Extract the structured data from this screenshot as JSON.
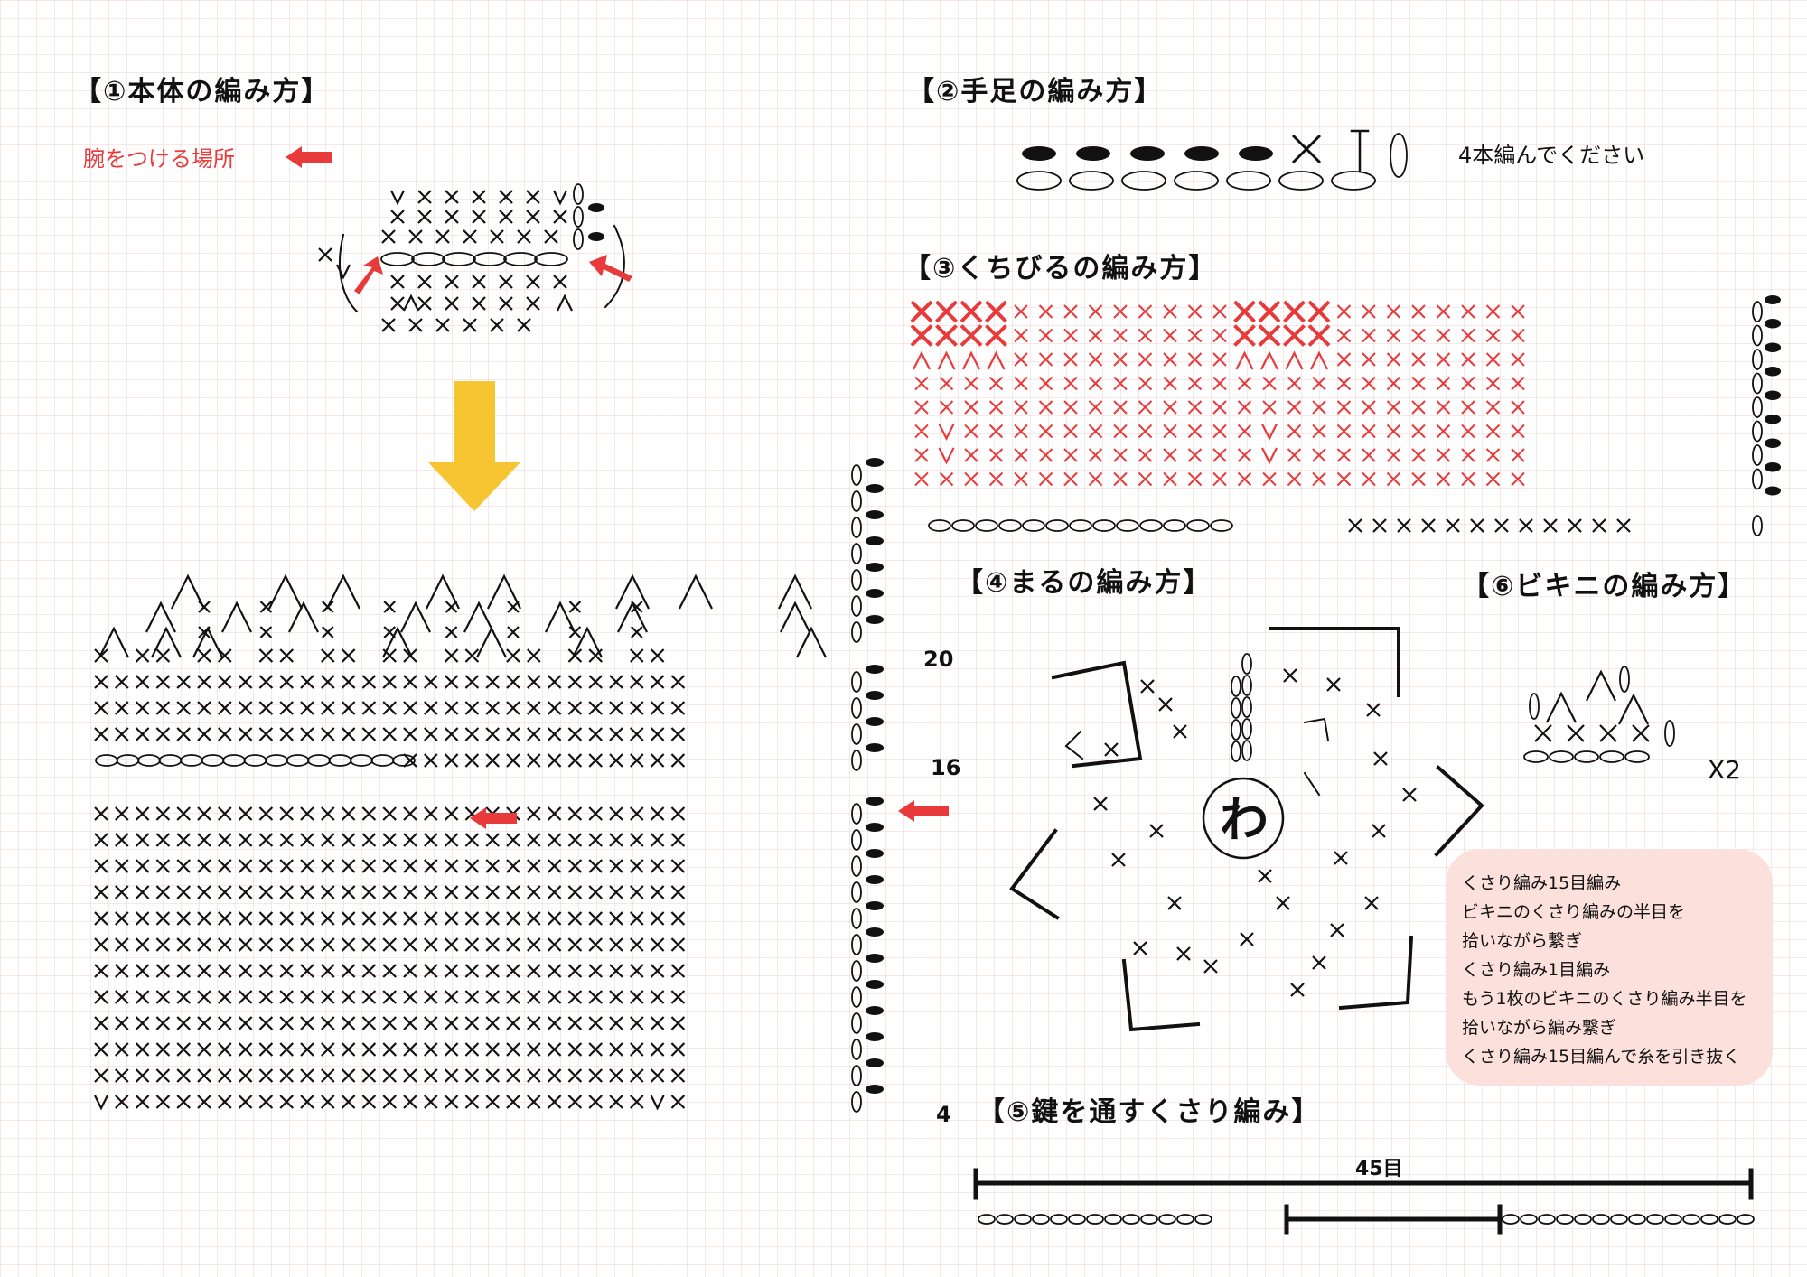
{
  "sections": {
    "body": {
      "title": "【①本体の編み方】",
      "arm_label": "腕をつける場所"
    },
    "limbs": {
      "title": "【②手足の編み方】",
      "note": "4本編んでください"
    },
    "lips": {
      "title": "【③くちびるの編み方】"
    },
    "circle": {
      "title": "【④まるの編み方】",
      "center": "わ"
    },
    "chain": {
      "title": "【⑤鍵を通すくさり編み】",
      "count": "45目"
    },
    "bikini": {
      "title": "【⑥ビキニの編み方】",
      "multiplier": "X2",
      "instructions": [
        "くさり編み15目編み",
        "ビキニのくさり編みの半目を",
        "拾いながら繋ぎ",
        "くさり編み1目編み",
        "もう1枚のビキニのくさり編み半目を",
        "拾いながら編み繋ぎ",
        "くさり編み15目編んで糸を引き抜く"
      ]
    }
  },
  "row_labels": {
    "r20": "20",
    "r16": "16",
    "r4": "4"
  },
  "colors": {
    "accent_red": "#e83a3a",
    "arrow_yellow": "#f7c531",
    "note_bg": "#fce0dc",
    "ink": "#111111"
  },
  "icons": {
    "arrow": "arrow-icon",
    "down": "down-arrow-icon"
  }
}
